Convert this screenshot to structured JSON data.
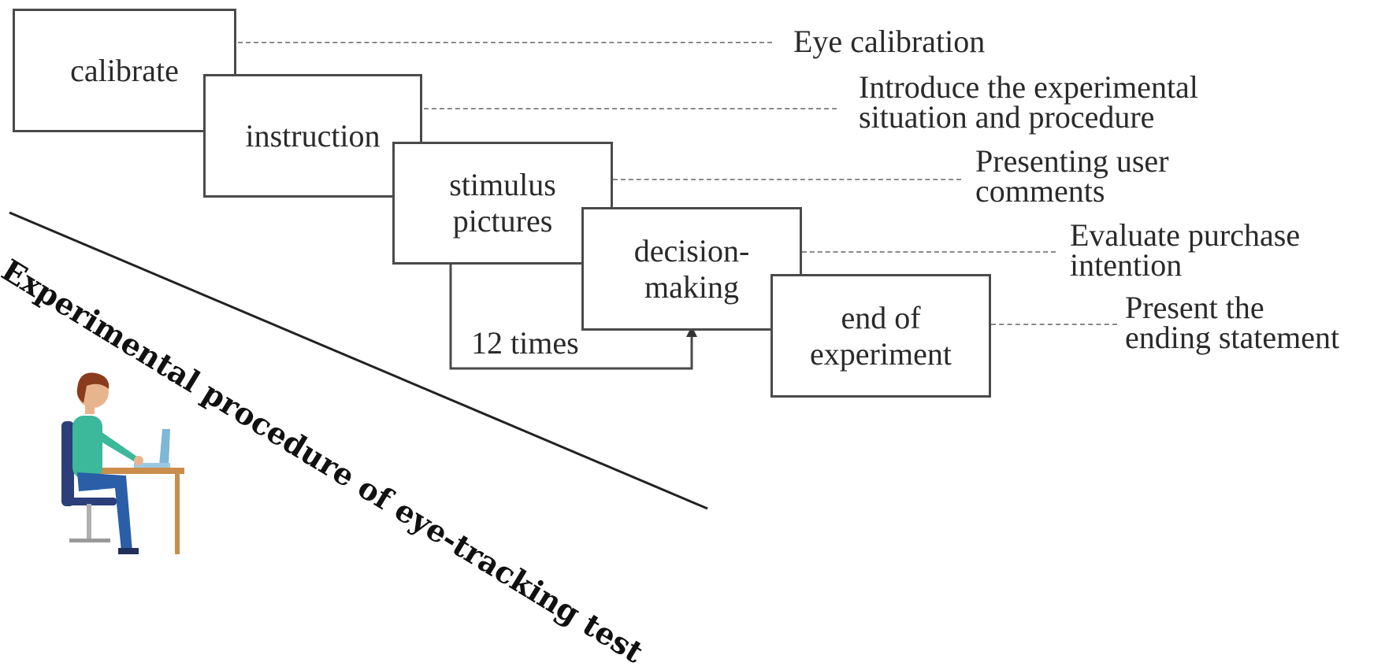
{
  "diagram": {
    "title": "Experimental procedure of eye-tracking test",
    "steps": [
      {
        "label": "calibrate",
        "description": "Eye calibration"
      },
      {
        "label": "instruction",
        "description_lines": [
          "Introduce the experimental",
          "situation and procedure"
        ]
      },
      {
        "label_lines": [
          "stimulus",
          "pictures"
        ],
        "description_lines": [
          "Presenting user",
          "comments"
        ]
      },
      {
        "label_lines": [
          "decision-",
          "making"
        ],
        "description_lines": [
          "Evaluate purchase",
          "intention"
        ]
      },
      {
        "label_lines": [
          "end of",
          "experiment"
        ],
        "description_lines": [
          "Present the",
          "ending statement"
        ]
      }
    ],
    "loop": {
      "label": "12 times"
    },
    "illustration": "person-at-laptop-icon",
    "colors": {
      "box_border": "#4a4a4a",
      "leader_line": "#8a8a8a",
      "divider": "#222222"
    }
  }
}
